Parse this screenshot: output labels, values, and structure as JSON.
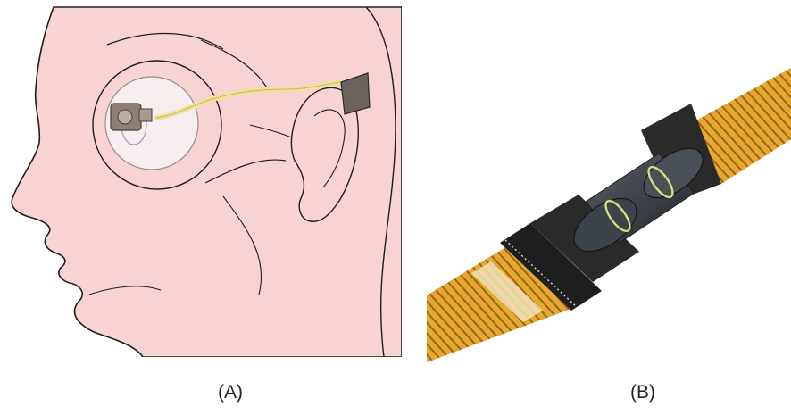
{
  "captions": {
    "a": "(A)",
    "b": "(B)"
  },
  "colors": {
    "skin": "#f7d3d3",
    "outline": "#1e1e1e",
    "cable": "#f0e29a",
    "implant": "#8d7f75",
    "receiver": "#6b625c",
    "flex_gold": "#e7a832",
    "flex_stripe": "#9a6611",
    "housing": "#2a2a2a",
    "lens_glass": "#3a3f45",
    "ring": "#cfe080"
  },
  "figure": {
    "panel_a": "head-illustration-with-eye-implant",
    "panel_b": "flexible-cable-and-lens-module-render"
  }
}
